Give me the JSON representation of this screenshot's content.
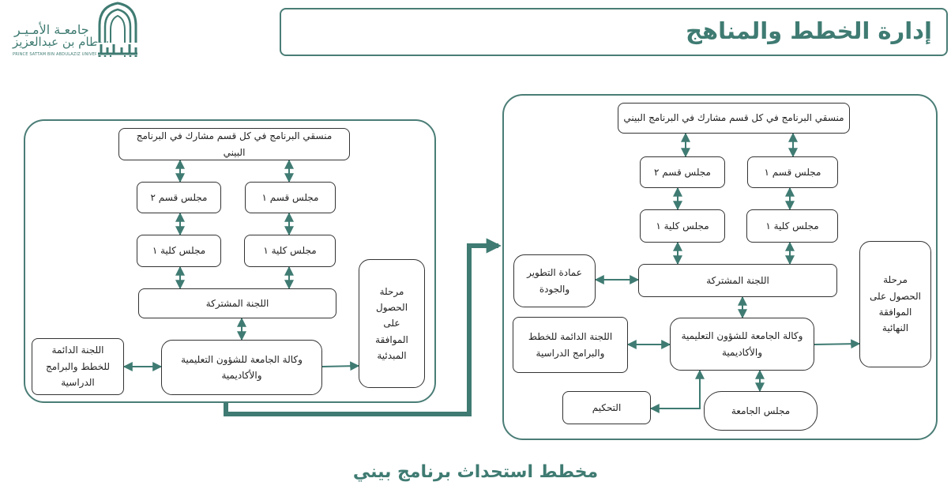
{
  "header": {
    "title": "إدارة الخطط والمناهج",
    "logo_line1": "جامعـة الأمـيـر",
    "logo_line2": "سطام بن عبدالعزيز",
    "logo_english": "PRINCE SATTAM BIN ABDULAZIZ UNIVERSITY"
  },
  "left_stage": {
    "coordinator": "منسقي البرنامج في كل قسم مشارك في البرنامج البيني",
    "dept_council_1": "مجلس قسم ١",
    "dept_council_2": "مجلس قسم ٢",
    "college_council_a": "مجلس كلية ١",
    "college_council_b": "مجلس كلية ١",
    "joint_committee": "اللجنة المشتركة",
    "vice_rectorate": "وكالة الجامعة للشؤون التعليمية والأكاديمية",
    "standing_committee": "اللجنة الدائمة للخطط والبرامج الدراسية",
    "stage_label": "مرحلة الحصول على الموافقة المبدئية"
  },
  "right_stage": {
    "coordinator": "منسقي البرنامج في كل قسم مشارك في البرنامج البيني",
    "dept_council_1": "مجلس قسم ١",
    "dept_council_2": "مجلس قسم ٢",
    "college_council_a": "مجلس كلية ١",
    "college_council_b": "مجلس كلية ١",
    "joint_committee": "اللجنة المشتركة",
    "deanship": "عمادة التطوير والجودة",
    "vice_rectorate": "وكالة الجامعة للشؤون التعليمية والأكاديمية",
    "standing_committee": "اللجنة الدائمة للخطط والبرامج الدراسية",
    "arbitration": "التحكيم",
    "university_council": "مجلس الجامعة",
    "stage_label": "مرحلة الحصول على الموافقة النهائية"
  },
  "caption": "مخطط استحداث برنامج بيني",
  "colors": {
    "accent": "#3f7b72",
    "border": "#4a7d76",
    "arrow": "#3f7b72"
  }
}
